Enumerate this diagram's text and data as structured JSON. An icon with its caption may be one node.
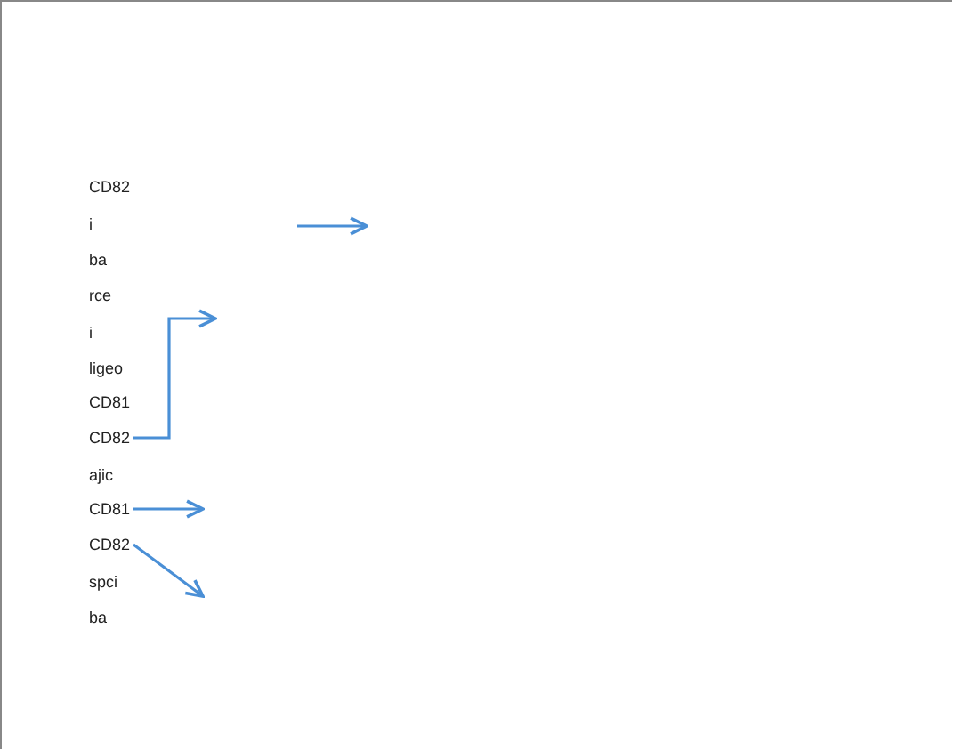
{
  "diagram": {
    "nodes": [
      {
        "text": [
          "CD82"
        ]
      },
      {
        "text": [
          "i"
        ]
      },
      {
        "text": [
          "ba"
        ]
      },
      {
        "text": [
          "rce"
        ]
      },
      {
        "text": [
          "i"
        ]
      },
      {
        "text": [
          "ligeo"
        ]
      },
      {
        "text": [
          "CD81"
        ]
      },
      {
        "text": [
          "CD82"
        ]
      },
      {
        "text": [
          "ajic"
        ]
      },
      {
        "text": [
          "CD81"
        ]
      },
      {
        "text": [
          "CD82"
        ]
      },
      {
        "text": [
          "spci"
        ]
      },
      {
        "text": [
          "ba"
        ]
      }
    ],
    "edges": [
      {
        "from": 7,
        "to": null,
        "arrow": "to"
      },
      {
        "from": 9,
        "to": null,
        "arrow": "to"
      },
      {
        "from": 10,
        "to": null,
        "arrow": "to"
      }
    ]
  }
}
